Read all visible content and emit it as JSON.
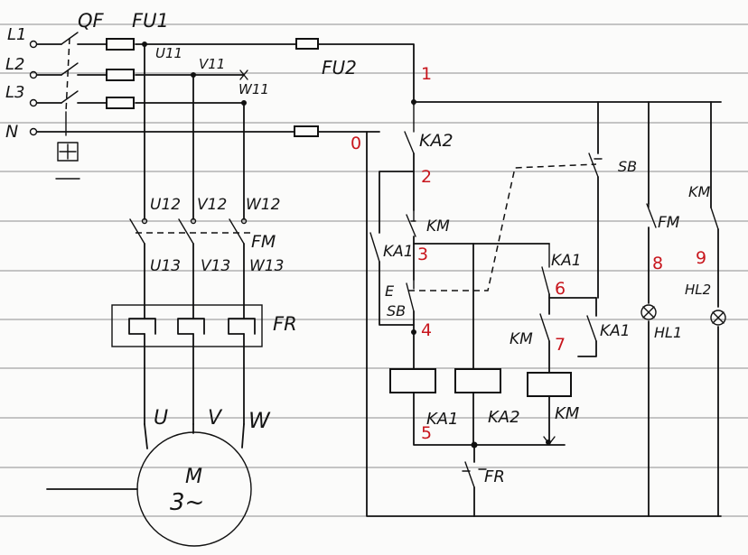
{
  "diagram": {
    "lines": {
      "l1": "L1",
      "l2": "L2",
      "l3": "L3",
      "n": "N"
    },
    "breaker": {
      "label": "QF"
    },
    "fuses": {
      "main": "FU1",
      "control": "FU2"
    },
    "nodes": {
      "u11": "U11",
      "v11": "V11",
      "w11": "W11",
      "u12": "U12",
      "v12": "V12",
      "w12": "W12",
      "u13": "U13",
      "v13": "V13",
      "w13": "W13"
    },
    "contactor_main": "FM",
    "thermal_relay": "FR",
    "motor": {
      "u": "U",
      "v": "V",
      "w": "W",
      "name": "M",
      "phase": "3~"
    },
    "contacts": {
      "ka2_top": "KA2",
      "km_series": "KM",
      "ka1_hold": "KA1",
      "ka1_right": "KA1",
      "ka1_lamp": "KA1",
      "km_aux": "KM",
      "km_lamp_top": "KM",
      "fm_lamp": "FM",
      "sb_stop": "SB",
      "sb_start": "SB",
      "e_mark": "E",
      "fr_contact": "FR"
    },
    "coils": {
      "ka1": "KA1",
      "ka2": "KA2",
      "km": "KM"
    },
    "lamps": {
      "hl1": "HL1",
      "hl2": "HL2"
    },
    "wire_numbers": [
      "0",
      "1",
      "2",
      "3",
      "4",
      "5",
      "6",
      "7",
      "8",
      "9"
    ],
    "colors": {
      "ink": "#111111",
      "wire_number": "#c8161d",
      "ruling": "#8e8e8e"
    }
  }
}
